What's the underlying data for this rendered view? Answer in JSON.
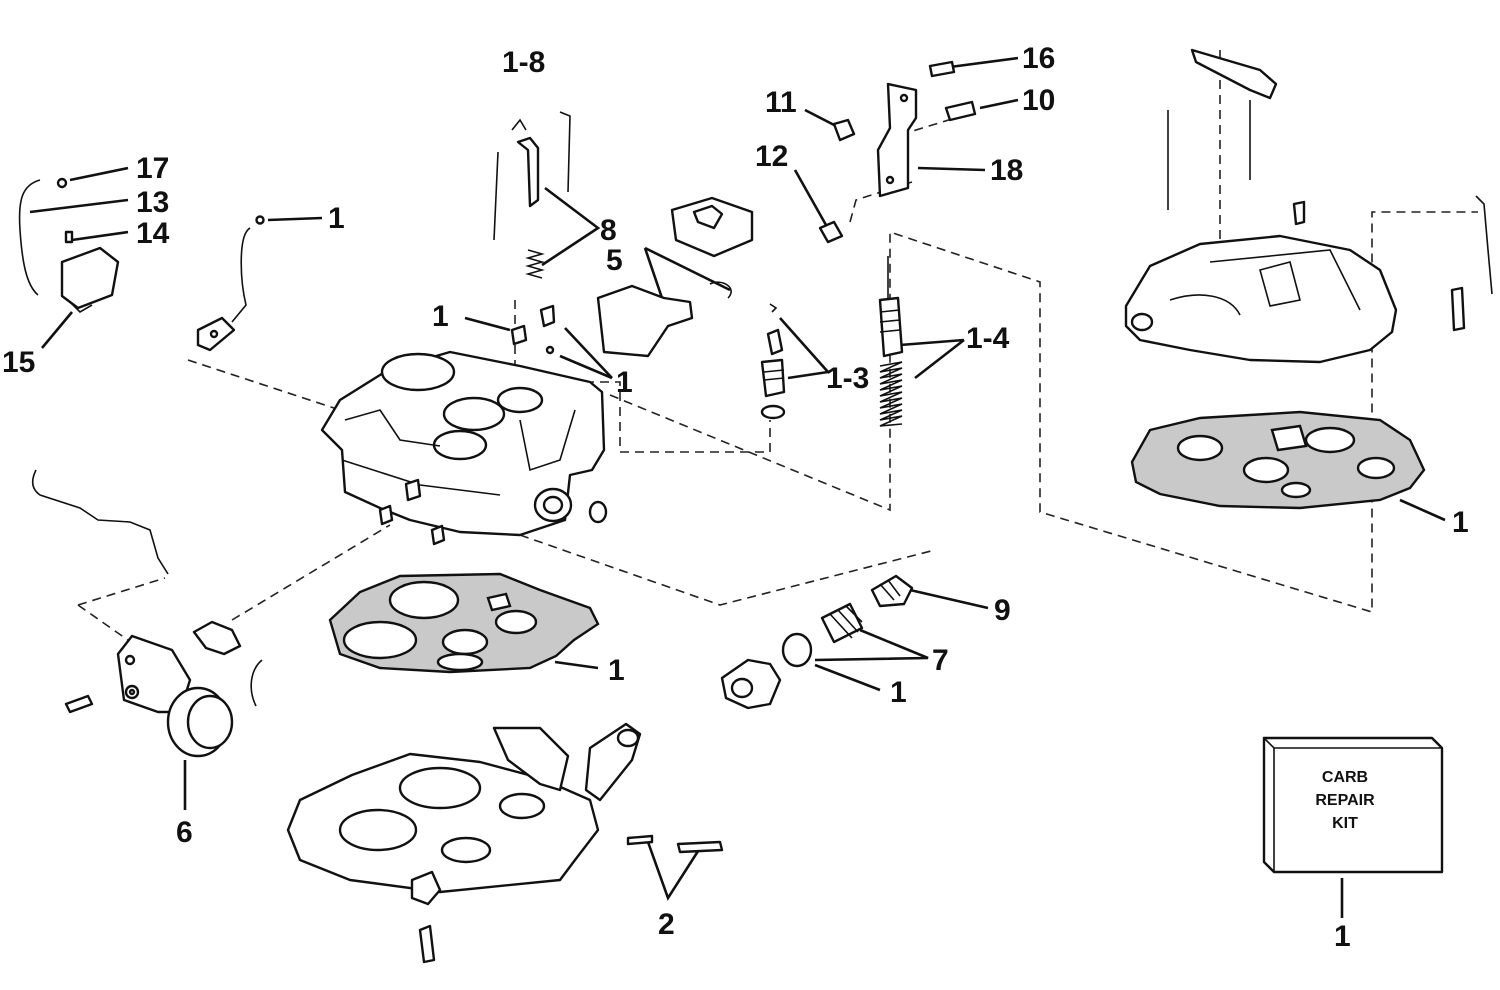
{
  "labels": {
    "l1_8": "1-8",
    "l16": "16",
    "l10": "10",
    "l11": "11",
    "l12": "12",
    "l18": "18",
    "l17": "17",
    "l13": "13",
    "l14": "14",
    "l15": "15",
    "l1_a": "1",
    "l8": "8",
    "l5": "5",
    "l1_b": "1",
    "l1_c": "1",
    "l1_3": "1-3",
    "l1_4": "1-4",
    "l1_d": "1",
    "l9": "9",
    "l1_e": "1",
    "l7": "7",
    "l1_f": "1",
    "l6": "6",
    "l2": "2",
    "l1_g": "1"
  },
  "kit": {
    "line1": "CARB",
    "line2": "REPAIR",
    "line3": "KIT"
  }
}
